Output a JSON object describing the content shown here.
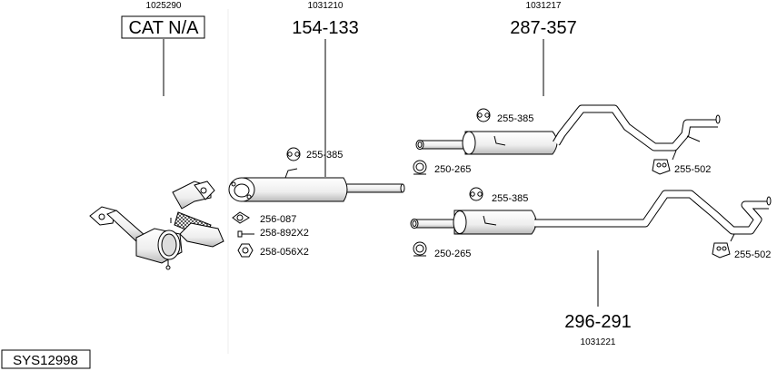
{
  "system_code": "SYS12998",
  "groups": [
    {
      "ref": "1025290",
      "label": "CAT N/A"
    },
    {
      "ref": "1031210",
      "label": "154-133"
    },
    {
      "ref": "1031217",
      "label": "287-357"
    },
    {
      "ref": "1031221",
      "label": "296-291"
    }
  ],
  "parts": {
    "mid_hanger": "255-385",
    "gasket": "256-087",
    "bolt": "258-892X2",
    "nut": "258-056X2",
    "rear_a_hanger": "255-385",
    "rear_a_clamp": "250-265",
    "rear_a_bracket": "255-502",
    "rear_b_hanger": "255-385",
    "rear_b_clamp": "250-265",
    "rear_b_bracket": "255-502"
  },
  "colors": {
    "line": "#000000",
    "part_fill": "#ffffff",
    "shade": "#cccccc"
  }
}
